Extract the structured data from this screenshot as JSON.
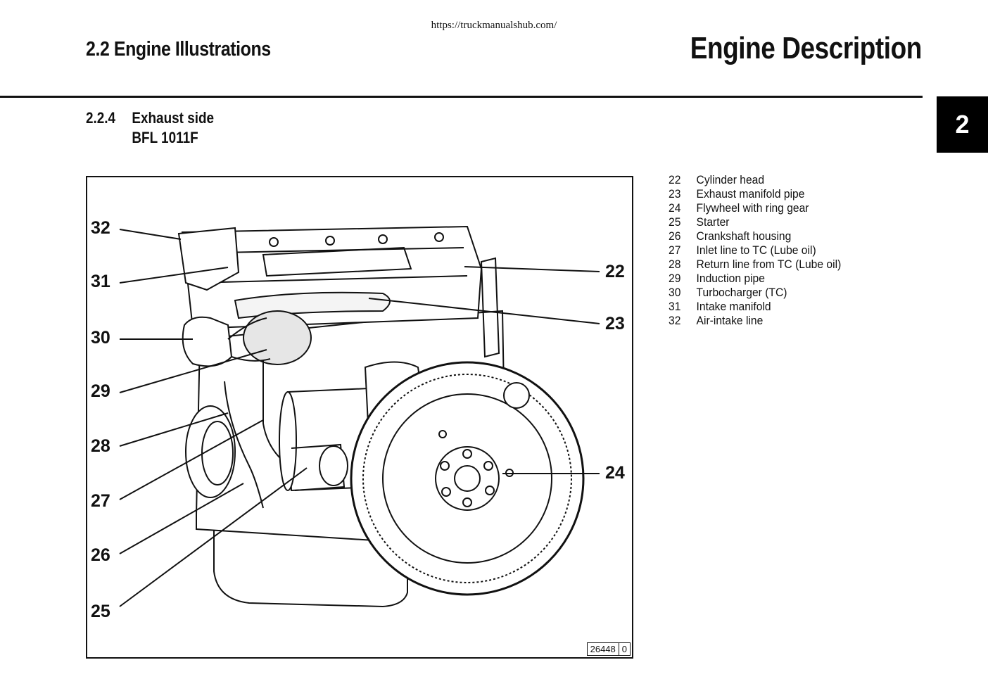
{
  "header": {
    "url": "https://truckmanualshub.com/",
    "section_title": "2.2  Engine Illustrations",
    "chapter_title": "Engine Description",
    "chapter_tab": "2"
  },
  "subsection": {
    "number": "2.2.4",
    "title": "Exhaust side",
    "model": "BFL 1011F"
  },
  "figure": {
    "id": "26448",
    "revision": "0",
    "callouts_left": [
      "32",
      "31",
      "30",
      "29",
      "28",
      "27",
      "26",
      "25"
    ],
    "callouts_right": [
      "22",
      "23",
      "24"
    ]
  },
  "legend": [
    {
      "num": "22",
      "label": "Cylinder head"
    },
    {
      "num": "23",
      "label": "Exhaust manifold pipe"
    },
    {
      "num": "24",
      "label": "Flywheel with ring gear"
    },
    {
      "num": "25",
      "label": "Starter"
    },
    {
      "num": "26",
      "label": "Crankshaft housing"
    },
    {
      "num": "27",
      "label": "Inlet line to TC (Lube oil)"
    },
    {
      "num": "28",
      "label": "Return line from TC (Lube oil)"
    },
    {
      "num": "29",
      "label": "Induction pipe"
    },
    {
      "num": "30",
      "label": "Turbocharger (TC)"
    },
    {
      "num": "31",
      "label": "Intake manifold"
    },
    {
      "num": "32",
      "label": "Air-intake line"
    }
  ]
}
